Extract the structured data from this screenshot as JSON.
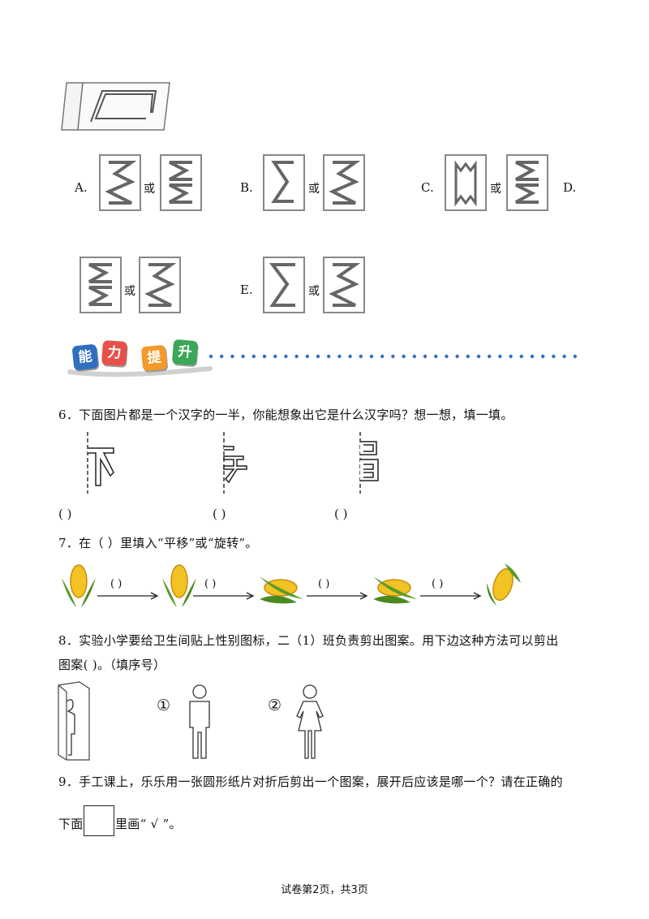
{
  "q5": {
    "options": [
      {
        "label": "A.",
        "or": "或"
      },
      {
        "label": "B.",
        "or": "或"
      },
      {
        "label": "C.",
        "or": "或"
      },
      {
        "label": "D.",
        "or": "或"
      },
      {
        "label": "E.",
        "or": "或"
      }
    ]
  },
  "section": {
    "badges": [
      "能",
      "力",
      "提",
      "升"
    ],
    "colors": [
      "#2f6fbf",
      "#e8504a",
      "#f39a2b",
      "#3aa858"
    ]
  },
  "q6": {
    "text": "6．下面图片都是一个汉字的一半，你能想象出它是什么汉字吗？想一想，填一填。",
    "blanks": [
      "(              )",
      "(             )",
      "(             )"
    ]
  },
  "q7": {
    "text": "7．在（            ）里填入“平移”或“旋转”。",
    "arrow_labels": [
      "(      )",
      "(      )",
      "(      )",
      "(      )"
    ]
  },
  "q8": {
    "line1": "8．实验小学要给卫生间贴上性别图标，二（1）班负责剪出图案。用下边这种方法可以剪出",
    "line2": "图案(            )。（填序号）",
    "labels": [
      "①",
      "②"
    ]
  },
  "q9": {
    "line1": "9．手工课上，乐乐用一张圆形纸片对折后剪出一个图案，展开后应该是哪一个？请在正确的",
    "line2_before": "下面",
    "line2_after": "里画“ √ ”。"
  },
  "footer": "试卷第2页，共3页"
}
